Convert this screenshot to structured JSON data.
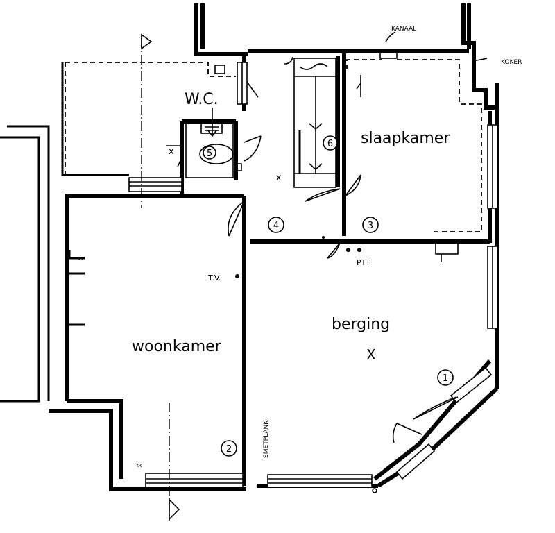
{
  "rooms": {
    "wc": "W.C.",
    "slaapkamer": "slaapkamer",
    "berging": "berging",
    "woonkamer": "woonkamer"
  },
  "labels": {
    "kanaal": "KANAAL",
    "koker": "KOKER",
    "tv": "T.V.",
    "ptt": "PTT",
    "smetplank": "SMETPLANK"
  },
  "markers": {
    "n1": "1",
    "n2": "2",
    "n3": "3",
    "n4": "4",
    "n5": "5",
    "n6": "6",
    "cross": "X",
    "cross_small": "x"
  }
}
